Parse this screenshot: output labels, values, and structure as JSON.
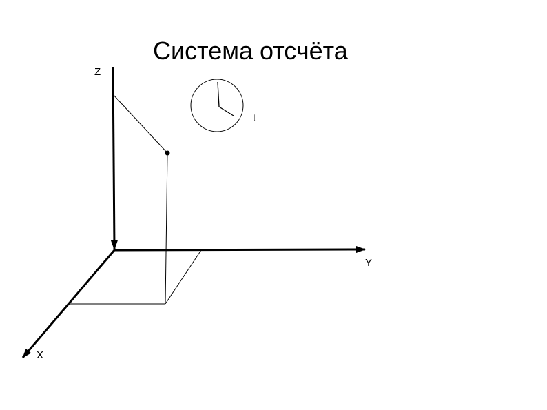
{
  "title": "Система отсчёта",
  "labels": {
    "z_axis": "Z",
    "y_axis": "Y",
    "x_axis": "X",
    "time": "t"
  },
  "icons": {
    "clock": "clock-icon"
  },
  "colors": {
    "stroke": "#000000",
    "background": "#ffffff"
  }
}
